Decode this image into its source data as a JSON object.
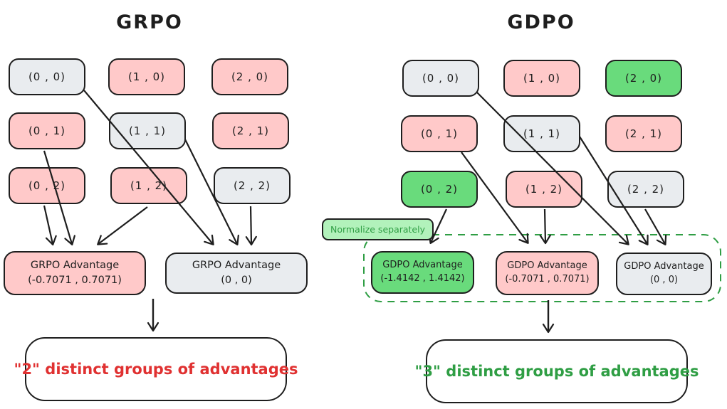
{
  "colors": {
    "pink_fill": "#ffc9c9",
    "gray_fill": "#e9ecef",
    "green_fill": "#69db7c",
    "light_green_fill": "#b2f2bb",
    "stroke": "#1e1e1e",
    "red_text": "#e03131",
    "green_text": "#2f9e44",
    "dashed_border": "#2f9e44"
  },
  "grpo": {
    "title": "GRPO",
    "cells": [
      {
        "label": "(0 , 0)",
        "variant": "gray"
      },
      {
        "label": "(1 , 0)",
        "variant": "pink"
      },
      {
        "label": "(2 , 0)",
        "variant": "pink"
      },
      {
        "label": "(0 , 1)",
        "variant": "pink"
      },
      {
        "label": "(1 , 1)",
        "variant": "gray"
      },
      {
        "label": "(2 , 1)",
        "variant": "pink"
      },
      {
        "label": "(0 , 2)",
        "variant": "pink"
      },
      {
        "label": "(1 , 2)",
        "variant": "pink"
      },
      {
        "label": "(2 , 2)",
        "variant": "gray"
      }
    ],
    "advantages": [
      {
        "title": "GRPO Advantage",
        "value": "(-0.7071 , 0.7071)",
        "variant": "pink"
      },
      {
        "title": "GRPO Advantage",
        "value": "(0 , 0)",
        "variant": "gray"
      }
    ],
    "conclusion": "\"2\" distinct groups of advantages"
  },
  "gdpo": {
    "title": "GDPO",
    "cells": [
      {
        "label": "(0 , 0)",
        "variant": "gray"
      },
      {
        "label": "(1 , 0)",
        "variant": "pink"
      },
      {
        "label": "(2 , 0)",
        "variant": "green"
      },
      {
        "label": "(0 , 1)",
        "variant": "pink"
      },
      {
        "label": "(1 , 1)",
        "variant": "gray"
      },
      {
        "label": "(2 , 1)",
        "variant": "pink"
      },
      {
        "label": "(0 , 2)",
        "variant": "green"
      },
      {
        "label": "(1 , 2)",
        "variant": "pink"
      },
      {
        "label": "(2 , 2)",
        "variant": "gray"
      }
    ],
    "normalize_label": "Normalize separately",
    "advantages": [
      {
        "title": "GDPO Advantage",
        "value": "(-1.4142 , 1.4142)",
        "variant": "green"
      },
      {
        "title": "GDPO Advantage",
        "value": "(-0.7071 , 0.7071)",
        "variant": "pink"
      },
      {
        "title": "GDPO Advantage",
        "value": "(0 , 0)",
        "variant": "gray"
      }
    ],
    "conclusion": "\"3\" distinct groups of advantages"
  }
}
